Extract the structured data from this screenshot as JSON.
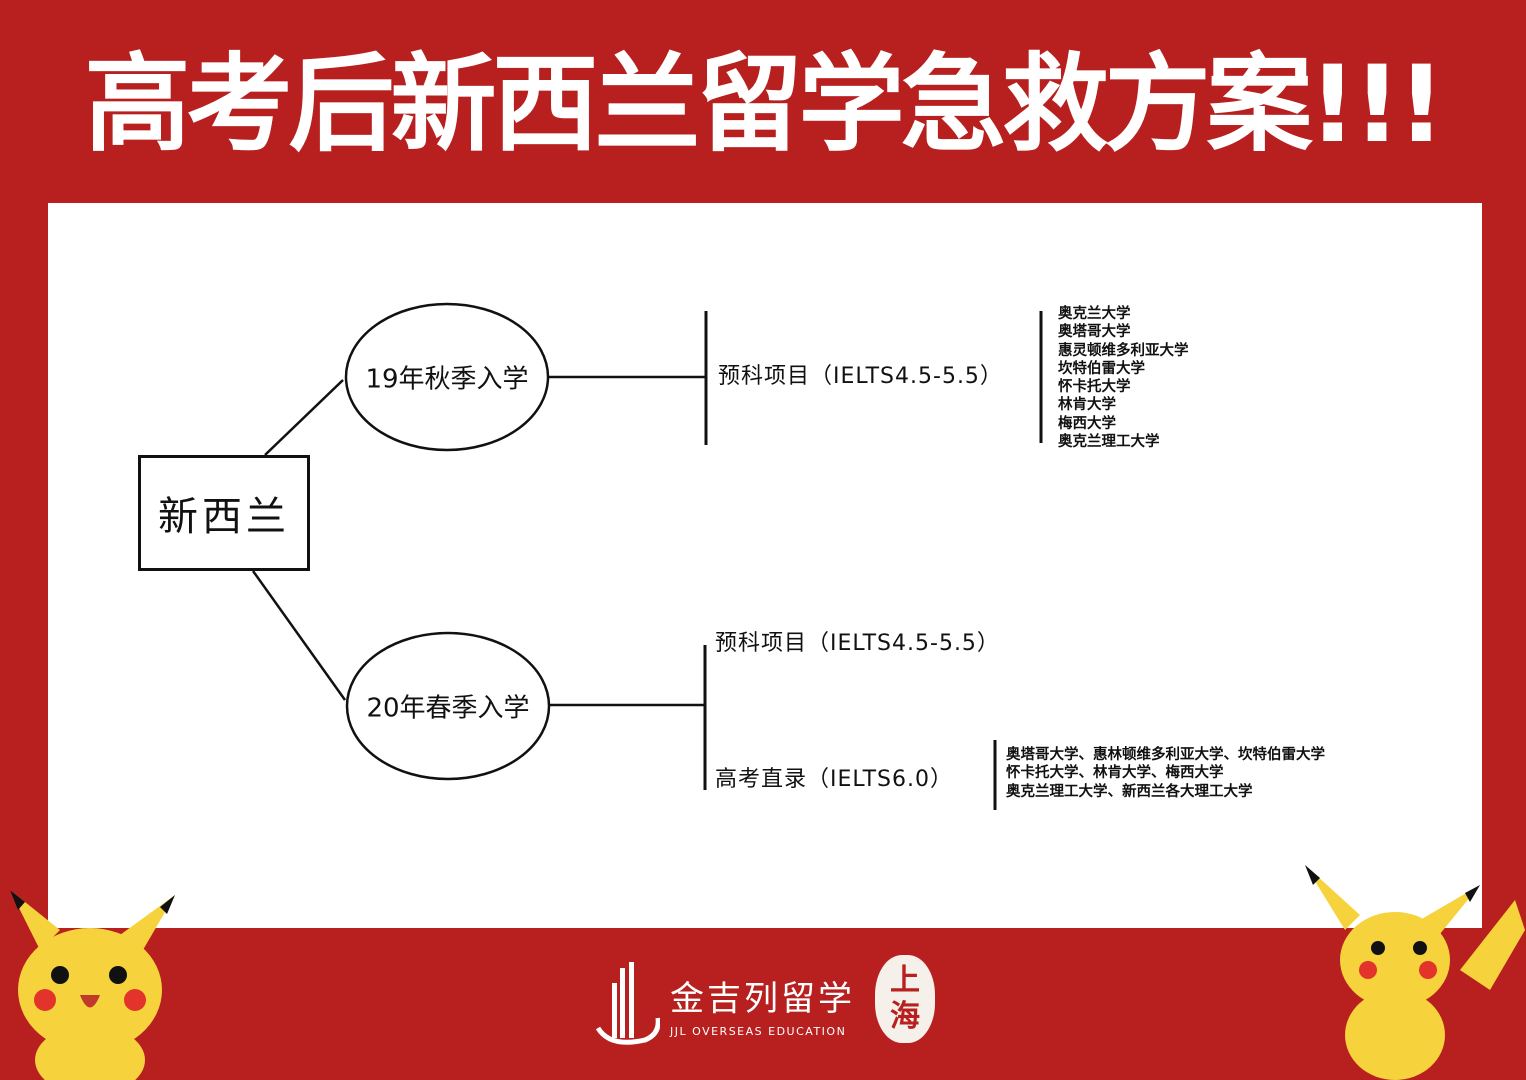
{
  "title": "高考后新西兰留学急救方案!!!",
  "diagram": {
    "root": "新西兰",
    "intakes": [
      {
        "label": "19年秋季入学",
        "programs": [
          {
            "label": "预科项目（IELTS4.5-5.5）",
            "universities": [
              "奥克兰大学",
              "奥塔哥大学",
              "惠灵顿维多利亚大学",
              "坎特伯雷大学",
              "怀卡托大学",
              "林肯大学",
              "梅西大学",
              "奥克兰理工大学"
            ]
          }
        ]
      },
      {
        "label": "20年春季入学",
        "programs": [
          {
            "label": "预科项目（IELTS4.5-5.5）"
          },
          {
            "label": "高考直录（IELTS6.0）",
            "universities": [
              "奥塔哥大学、惠林顿维多利亚大学、坎特伯雷大学",
              "怀卡托大学、林肯大学、梅西大学",
              "奥克兰理工大学、新西兰各大理工大学"
            ]
          }
        ]
      }
    ]
  },
  "footer": {
    "brand_cn": "金吉列留学",
    "brand_en": "JJL OVERSEAS EDUCATION",
    "seal": [
      "上",
      "海"
    ]
  },
  "colors": {
    "background": "#b8201f",
    "panel": "#ffffff",
    "text": "#111111"
  }
}
